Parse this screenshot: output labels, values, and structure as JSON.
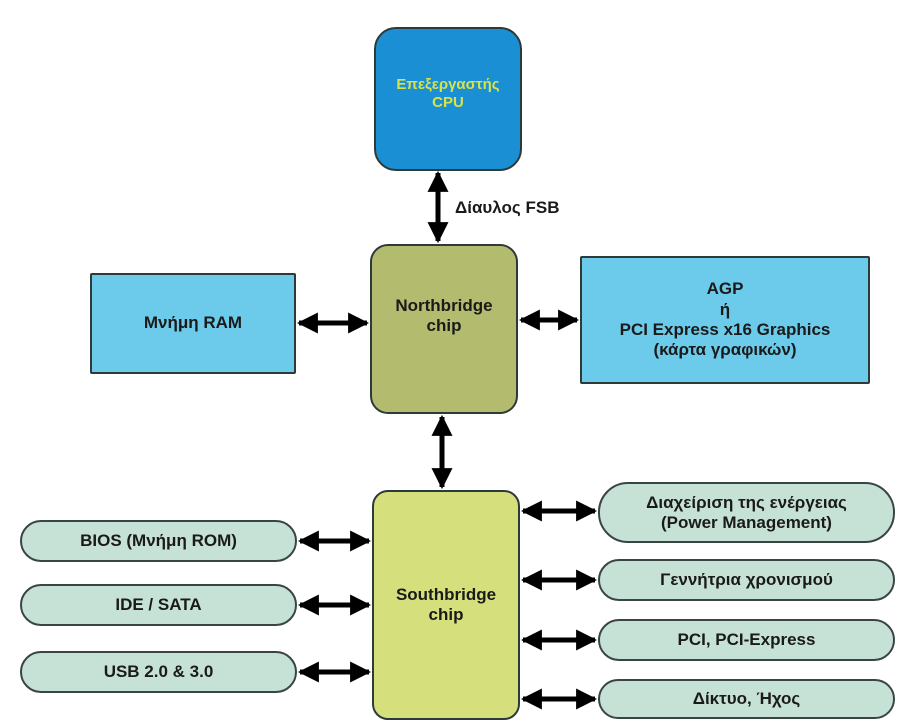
{
  "cpu": {
    "line1": "Επεξεργαστής",
    "line2": "CPU"
  },
  "fsb_label": "Δίαυλος FSB",
  "northbridge": {
    "line1": "Northbridge",
    "line2": "chip"
  },
  "ram": {
    "label": "Μνήμη RAM"
  },
  "graphics": {
    "line1": "AGP",
    "line2": "ή",
    "line3": "PCI Express x16 Graphics",
    "line4": "(κάρτα γραφικών)"
  },
  "southbridge": {
    "line1": "Southbridge",
    "line2": "chip"
  },
  "left_devices": [
    {
      "label": "BIOS (Μνήμη ROM)"
    },
    {
      "label": "IDE / SATA"
    },
    {
      "label": "USB 2.0 & 3.0"
    }
  ],
  "right_devices": [
    {
      "line1": "Διαχείριση της ενέργειας",
      "line2": "(Power Management)"
    },
    {
      "line1": "Γεννήτρια χρονισμού"
    },
    {
      "line1": "PCI, PCI-Express"
    },
    {
      "line1": "Δίκτυο, Ήχος"
    }
  ],
  "colors": {
    "cpu": "#1a8fd4",
    "cpu_text": "#d8e34a",
    "northbridge": "#b3bb6f",
    "southbridge": "#d5e07c",
    "light_blue": "#6ccbea",
    "pill": "#c6e2d6"
  }
}
